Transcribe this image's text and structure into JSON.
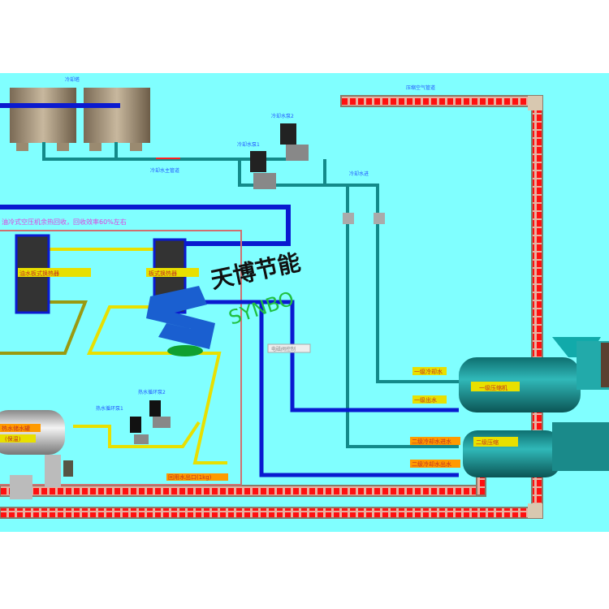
{
  "labels": {
    "cooling_tower": "冷却塔",
    "cooling_main": "冷却水主管道",
    "pump1": "冷却水泵1",
    "pump2": "冷却水泵2",
    "cooling_in": "冷却水进",
    "air_pipe": "压缩空气管道",
    "title": "油冷式空压机余热回收，回收效率60%左右",
    "hx1": "油水板式换热器",
    "hx2": "板式换热器",
    "valve_box": "电磁阀控制",
    "tank_line1": "热水储水罐",
    "tank_line2": "(保温)",
    "circ_pump1": "热水循环泵1",
    "circ_pump2": "热水循环泵2",
    "outlet": "回用水出口(1kg)",
    "c1_in": "一级冷却水",
    "c1_out": "一级出水",
    "c1_name": "一级压缩机",
    "c2_in": "二级冷却水进水",
    "c2_out": "二级冷却水出水",
    "c2_name": "二级压缩"
  },
  "logo": {
    "cn": "天博节能",
    "en": "SYNBO"
  },
  "colors": {
    "background": "#80FFFF",
    "cooling": "#138a8a",
    "hot": "#0a1ad0",
    "heat": "#e8e000",
    "air": "#ff1010"
  }
}
